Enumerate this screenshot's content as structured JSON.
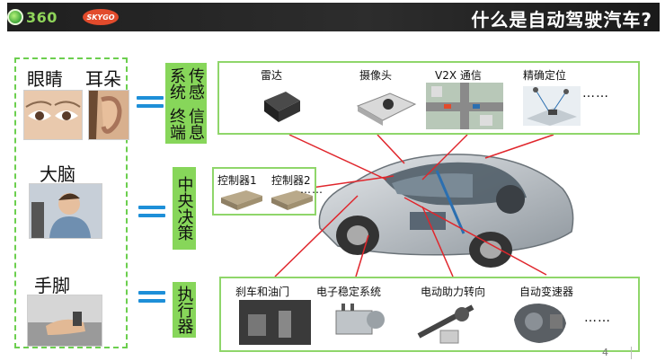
{
  "header": {
    "logo_text": "360",
    "logo_sub": "SKYGO",
    "title": "什么是自动驾驶汽车?"
  },
  "human": {
    "eyes": "眼睛",
    "ears": "耳朵",
    "brain": "大脑",
    "limbs": "手脚"
  },
  "categories": {
    "sensing": "信息终端",
    "sensing2": "传感系统",
    "decision": "中央决策",
    "actuator": "执行器"
  },
  "sensors": [
    "雷达",
    "摄像头",
    "V2X 通信",
    "精确定位"
  ],
  "controllers": [
    "控制器1",
    "控制器2"
  ],
  "actuators": [
    "刹车和油门",
    "电子稳定系统",
    "电动助力转向",
    "自动变速器"
  ],
  "ellipsis": "……",
  "page_number": "4"
}
